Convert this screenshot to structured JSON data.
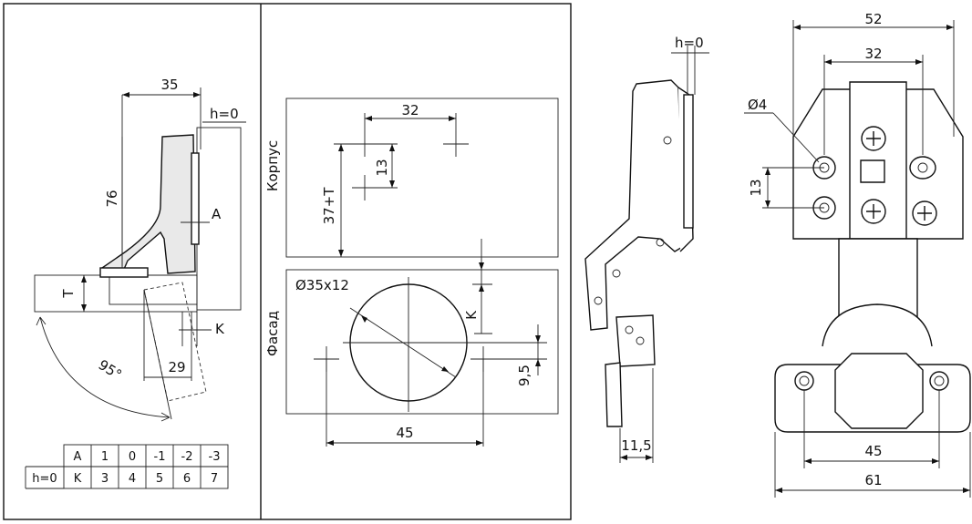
{
  "side": {
    "dim_35": "35",
    "h0": "h=0",
    "dim_76": "76",
    "label_A": "A",
    "label_T": "T",
    "label_K": "K",
    "angle": "95°",
    "dim_29": "29"
  },
  "table": {
    "row_label": "h=0",
    "row1": [
      "A",
      "1",
      "0",
      "-1",
      "-2",
      "-3"
    ],
    "row2": [
      "K",
      "3",
      "4",
      "5",
      "6",
      "7"
    ]
  },
  "drill": {
    "korpus": "Корпус",
    "fasad": "Фасад",
    "dim_32": "32",
    "dim_13": "13",
    "dim_37T": "37+T",
    "dim_hole": "Ø35x12",
    "label_K": "K",
    "dim_95": "9,5",
    "dim_45": "45"
  },
  "profile": {
    "h0": "h=0",
    "dim_115": "11,5"
  },
  "front": {
    "dim_52": "52",
    "dim_32": "32",
    "dim_d4": "Ø4",
    "dim_13": "13",
    "dim_45": "45",
    "dim_61": "61"
  }
}
